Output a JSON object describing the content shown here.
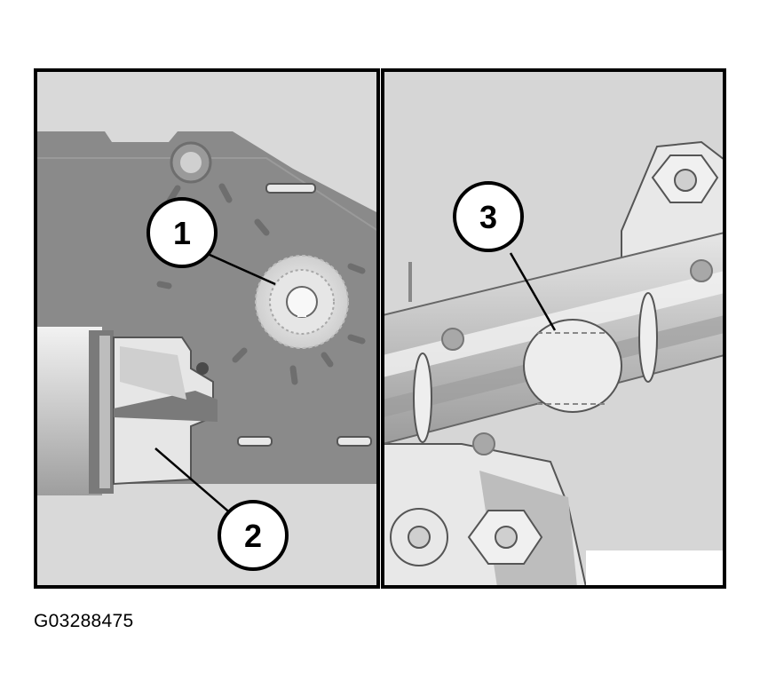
{
  "figure_id": "G03288475",
  "callouts": {
    "c1": "1",
    "c2": "2",
    "c3": "3"
  },
  "colors": {
    "frame": "#000000",
    "background_light": "#d9d9d9",
    "housing_dark": "#8a8a8a",
    "metal_light": "#c8c8c8",
    "highlight": "#f0f0f0"
  }
}
